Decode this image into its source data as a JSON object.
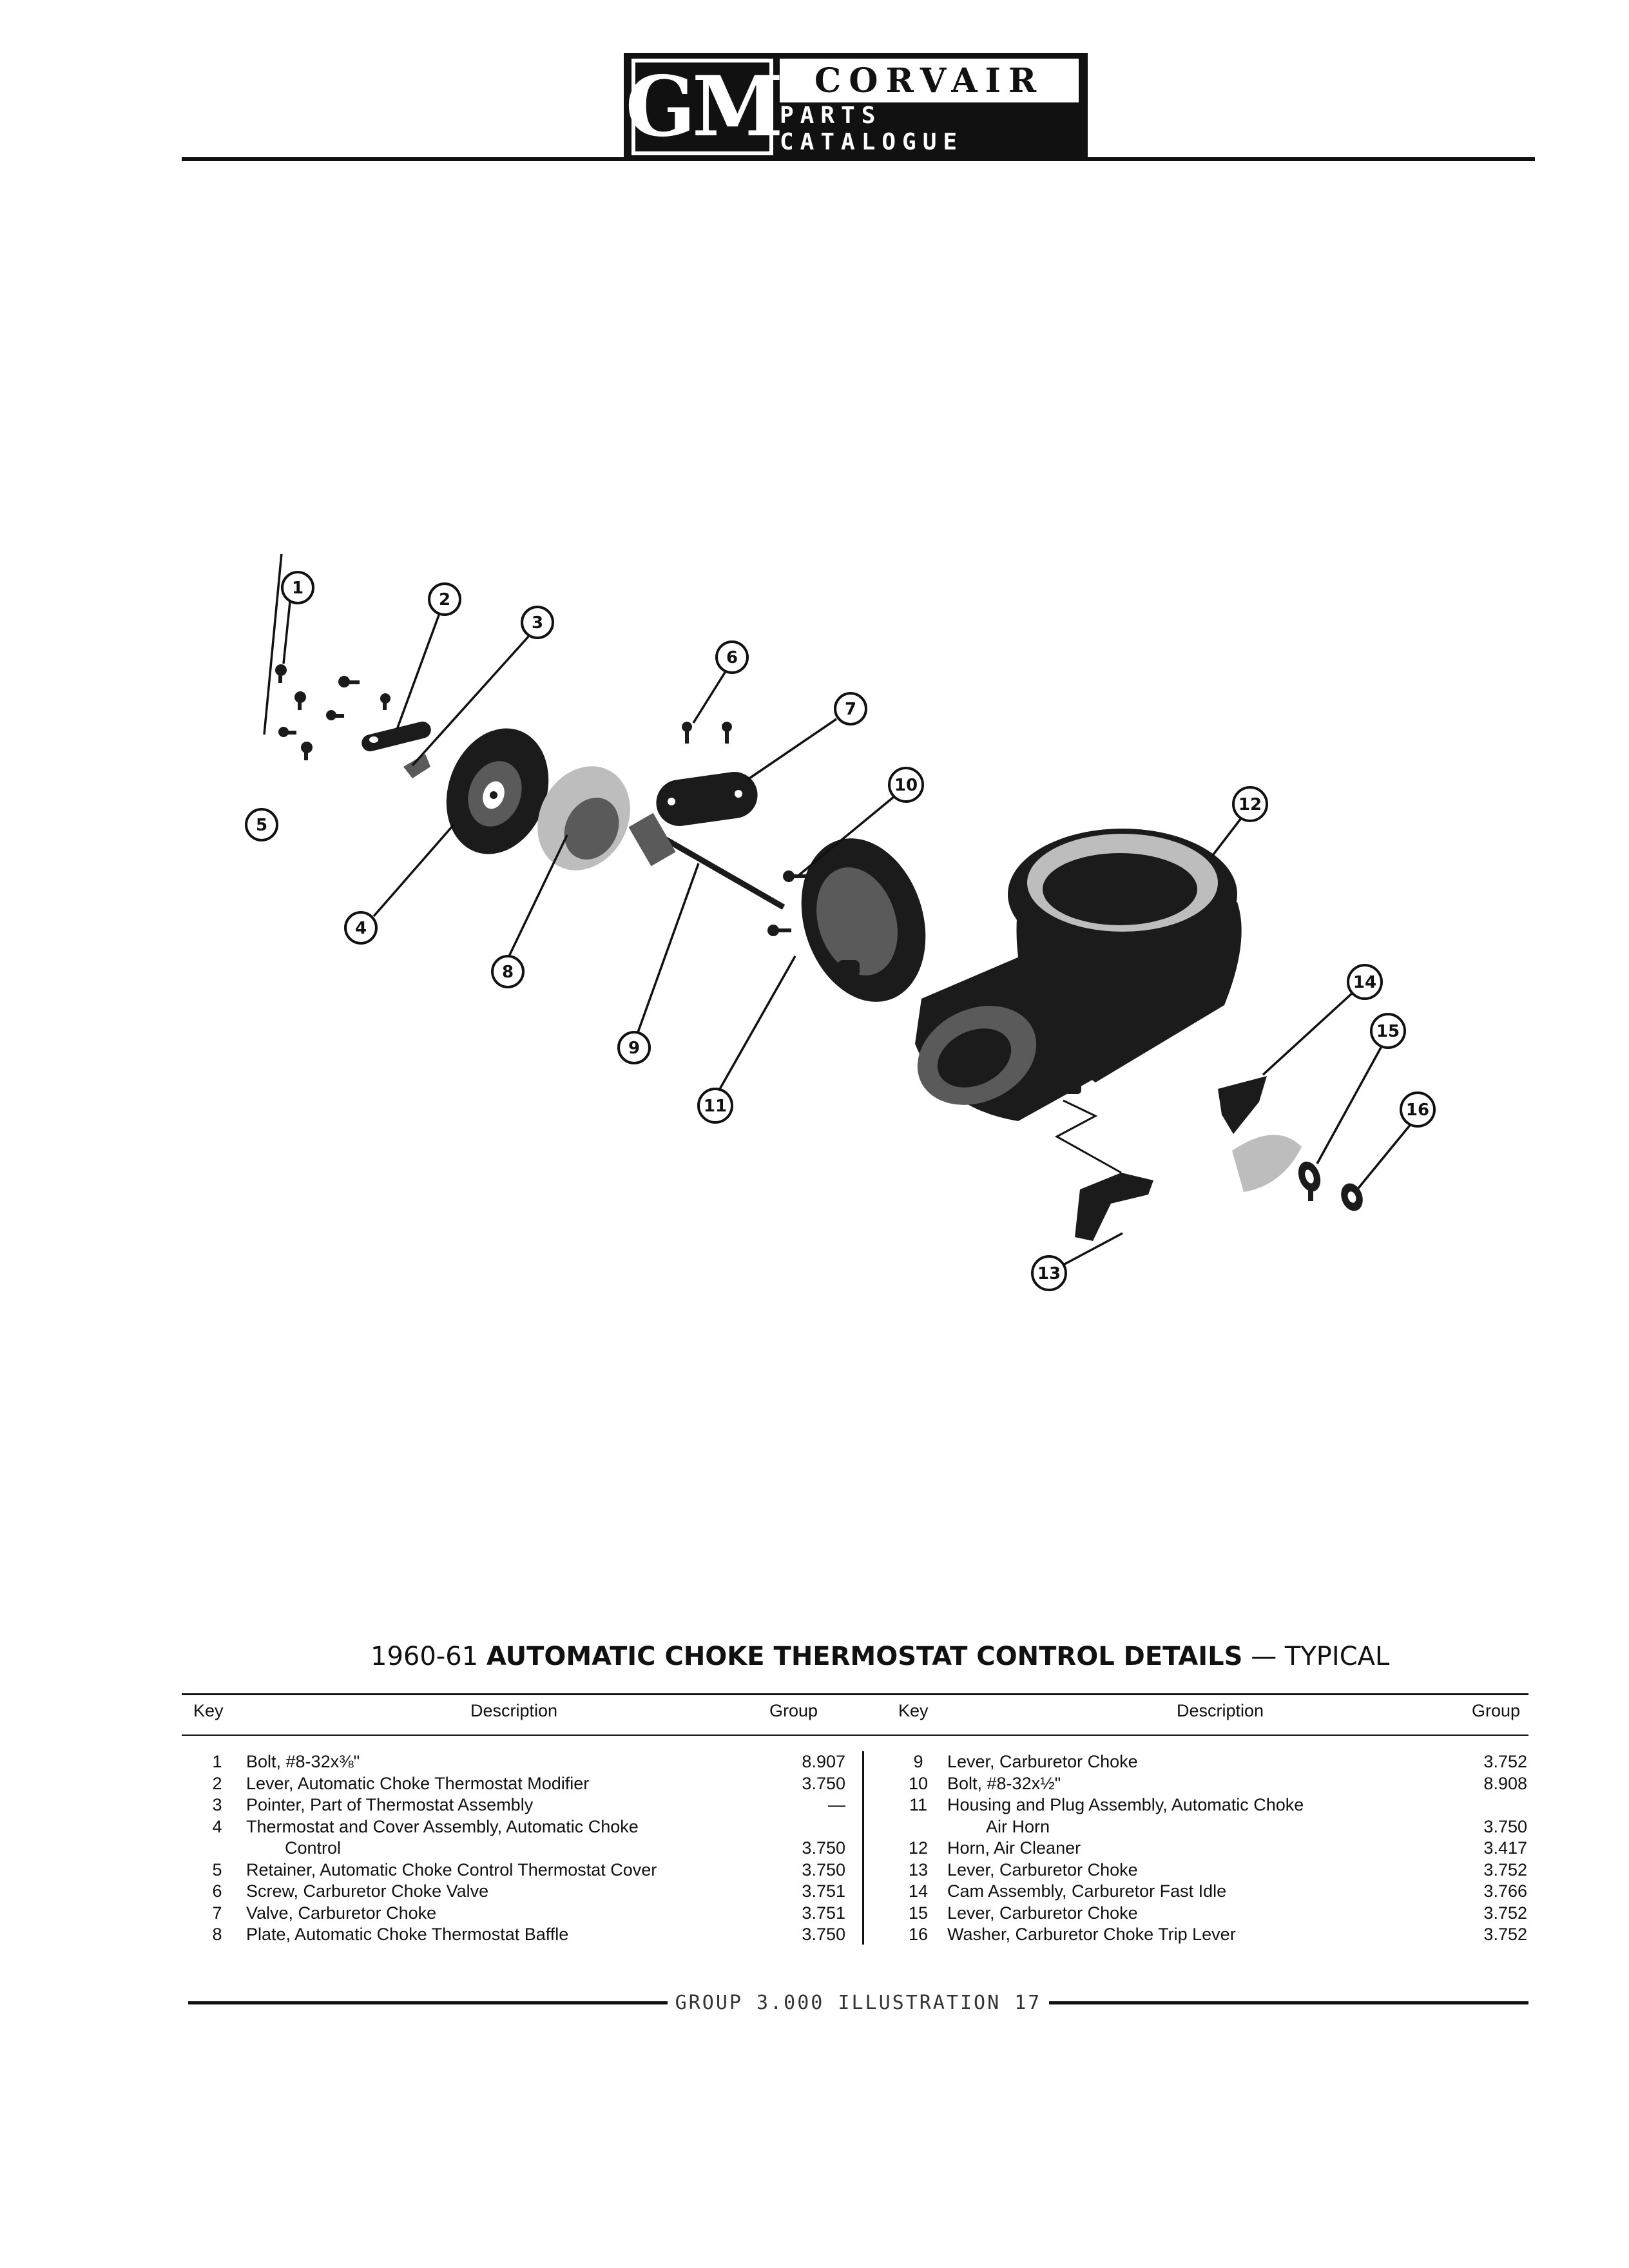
{
  "header": {
    "logo_gm": "GM",
    "logo_title": "CORVAIR",
    "logo_subtitle": "PARTS CATALOGUE"
  },
  "illustration": {
    "callouts": [
      "1",
      "2",
      "3",
      "4",
      "5",
      "6",
      "7",
      "8",
      "9",
      "10",
      "11",
      "12",
      "13",
      "14",
      "15",
      "16"
    ]
  },
  "title": {
    "years": "1960-61",
    "main": "AUTOMATIC CHOKE THERMOSTAT CONTROL DETAILS",
    "dash": "—",
    "suffix": "TYPICAL"
  },
  "table": {
    "headers": {
      "key": "Key",
      "description": "Description",
      "group": "Group"
    },
    "left_rows": [
      {
        "key": "1",
        "description": "Bolt, #8-32x⅜\"",
        "group": "8.907"
      },
      {
        "key": "2",
        "description": "Lever, Automatic Choke Thermostat Modifier",
        "group": "3.750"
      },
      {
        "key": "3",
        "description": "Pointer, Part of Thermostat Assembly",
        "group": "—"
      },
      {
        "key": "4",
        "description": "Thermostat and Cover Assembly, Automatic Choke",
        "group": ""
      },
      {
        "key": "",
        "description": "Control",
        "group": "3.750"
      },
      {
        "key": "5",
        "description": "Retainer, Automatic Choke Control Thermostat Cover",
        "group": "3.750"
      },
      {
        "key": "6",
        "description": "Screw, Carburetor Choke Valve",
        "group": "3.751"
      },
      {
        "key": "7",
        "description": "Valve, Carburetor Choke",
        "group": "3.751"
      },
      {
        "key": "8",
        "description": "Plate, Automatic Choke Thermostat Baffle",
        "group": "3.750"
      }
    ],
    "right_rows": [
      {
        "key": "9",
        "description": "Lever, Carburetor Choke",
        "group": "3.752"
      },
      {
        "key": "10",
        "description": "Bolt, #8-32x½\"",
        "group": "8.908"
      },
      {
        "key": "11",
        "description": "Housing and Plug Assembly, Automatic Choke",
        "group": ""
      },
      {
        "key": "",
        "description": "Air Horn",
        "group": "3.750"
      },
      {
        "key": "12",
        "description": "Horn, Air Cleaner",
        "group": "3.417"
      },
      {
        "key": "13",
        "description": "Lever, Carburetor Choke",
        "group": "3.752"
      },
      {
        "key": "14",
        "description": "Cam Assembly, Carburetor Fast Idle",
        "group": "3.766"
      },
      {
        "key": "15",
        "description": "Lever, Carburetor Choke",
        "group": "3.752"
      },
      {
        "key": "16",
        "description": "Washer, Carburetor Choke Trip Lever",
        "group": "3.752"
      }
    ]
  },
  "footer": {
    "text": "GROUP 3.000 ILLUSTRATION 17"
  }
}
